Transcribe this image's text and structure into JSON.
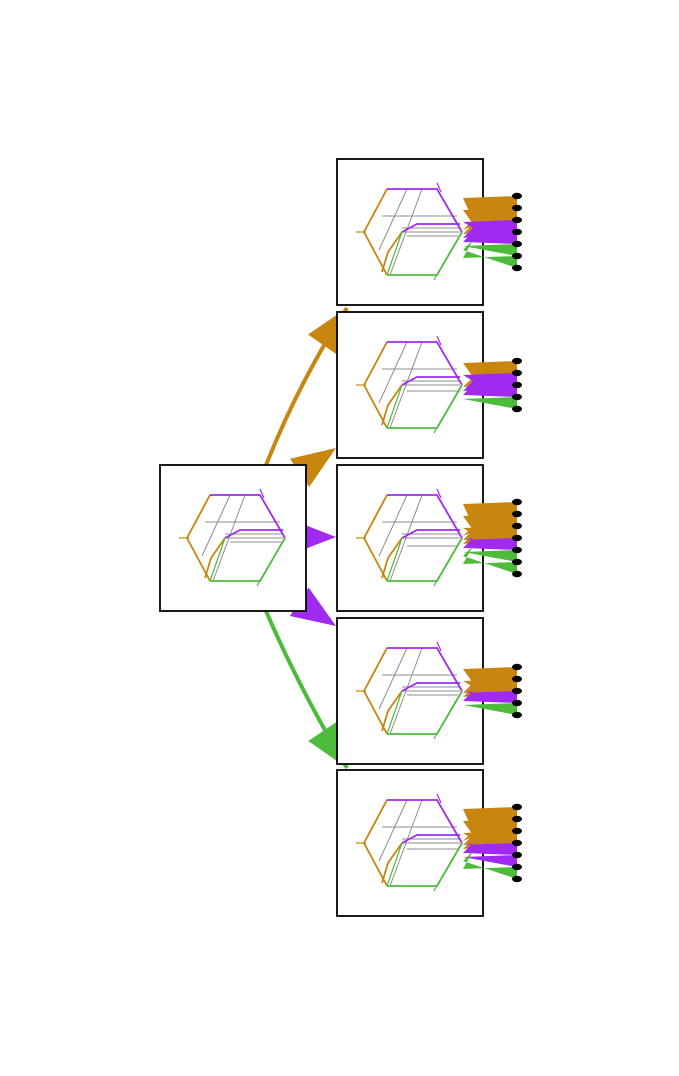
{
  "colors": {
    "background": "#ffffff",
    "frame": "#000000",
    "orange": "#c8860e",
    "purple": "#a02af0",
    "green": "#4cbc3a",
    "inner_line": "#8c8c8c",
    "dot": "#000000"
  },
  "source": {
    "id": "source",
    "partitions": [
      "orange",
      "purple",
      "green"
    ]
  },
  "targets": [
    {
      "id": "target-1",
      "partitions": [
        "orange",
        "purple",
        "green"
      ],
      "fan": [
        "orange",
        "orange",
        "purple",
        "purple",
        "green",
        "green"
      ]
    },
    {
      "id": "target-2",
      "partitions": [
        "orange",
        "purple",
        "green"
      ],
      "fan": [
        "orange",
        "purple",
        "purple",
        "green"
      ]
    },
    {
      "id": "target-3",
      "partitions": [
        "orange",
        "purple",
        "green"
      ],
      "fan": [
        "orange",
        "orange",
        "orange",
        "purple",
        "green",
        "green"
      ]
    },
    {
      "id": "target-4",
      "partitions": [
        "orange",
        "purple",
        "green"
      ],
      "fan": [
        "orange",
        "orange",
        "purple",
        "green"
      ]
    },
    {
      "id": "target-5",
      "partitions": [
        "orange",
        "purple",
        "green"
      ],
      "fan": [
        "orange",
        "orange",
        "orange",
        "purple",
        "purple",
        "green"
      ]
    }
  ],
  "arrows": [
    {
      "id": "arrow-orange-to-target-1",
      "color": "orange",
      "from": "source",
      "to": "target-1"
    },
    {
      "id": "arrow-orange-to-target-2",
      "color": "orange",
      "from": "source",
      "to": "target-2"
    },
    {
      "id": "arrow-purple-to-target-3",
      "color": "purple",
      "from": "source",
      "to": "target-3"
    },
    {
      "id": "arrow-purple-to-target-4",
      "color": "purple",
      "from": "source",
      "to": "target-4"
    },
    {
      "id": "arrow-green-to-target-5",
      "color": "green",
      "from": "source",
      "to": "target-5"
    }
  ]
}
